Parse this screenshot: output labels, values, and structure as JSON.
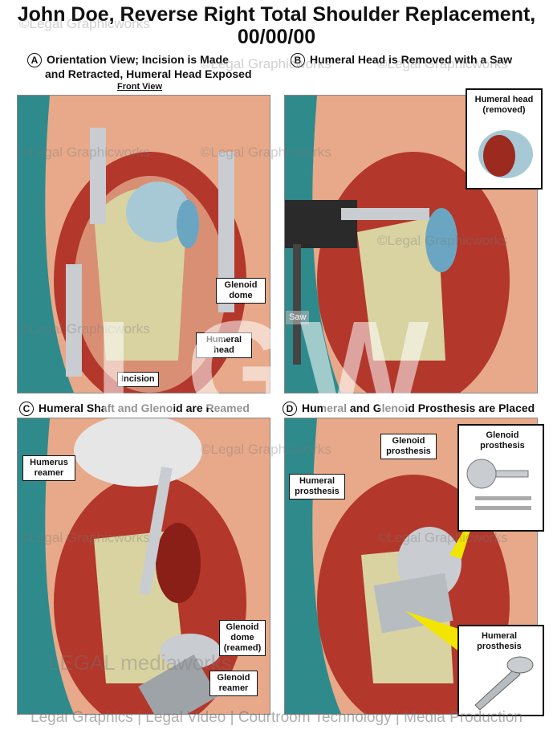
{
  "title": {
    "line1": "John Doe, Reverse Right Total Shoulder Replacement,",
    "line2": "00/00/00"
  },
  "panels": {
    "a": {
      "letter": "A",
      "heading_line1": "Orientation View; Incision is Made",
      "heading_line2": "and Retracted, Humeral Head Exposed",
      "subheading": "Front View"
    },
    "b": {
      "letter": "B",
      "heading": "Humeral Head is Removed with a Saw"
    },
    "c": {
      "letter": "C",
      "heading": "Humeral Shaft and Glenoid are Reamed"
    },
    "d": {
      "letter": "D",
      "heading": "Humeral and Glenoid Prosthesis are Placed"
    }
  },
  "labels": {
    "glenoid_dome": "Glenoid dome",
    "humeral_head": "Humeral head",
    "incision": "Incision",
    "humeral_head_removed": "Humeral head (removed)",
    "saw": "Saw",
    "humerus_reamer": "Humerus reamer",
    "glenoid_dome_reamed": "Glenoid dome (reamed)",
    "glenoid_reamer": "Glenoid reamer",
    "glenoid_prosthesis": "Glenoid prosthesis",
    "humeral_prosthesis": "Humeral prosthesis",
    "inset_glenoid_prosthesis": "Glenoid prosthesis",
    "inset_humeral_prosthesis": "Humeral prosthesis"
  },
  "watermark": {
    "text": "©Legal Graphicworks",
    "logo": "LGW",
    "mediaworks": "LEGAL mediaworks",
    "footer": "Legal Graphics | Legal Video | Courtroom Technology | Media Production"
  },
  "colors": {
    "drape": "#2f8a8c",
    "skin": "#e7a98a",
    "tissue": "#b3372b",
    "bone": "#d9d3a2",
    "metal": "#c9ccd0"
  }
}
